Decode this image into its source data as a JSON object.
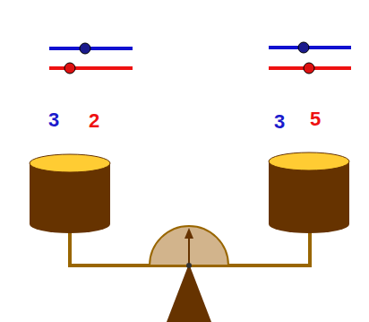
{
  "diagram": {
    "labels": [
      "3",
      "2",
      "3",
      "5"
    ]
  }
}
